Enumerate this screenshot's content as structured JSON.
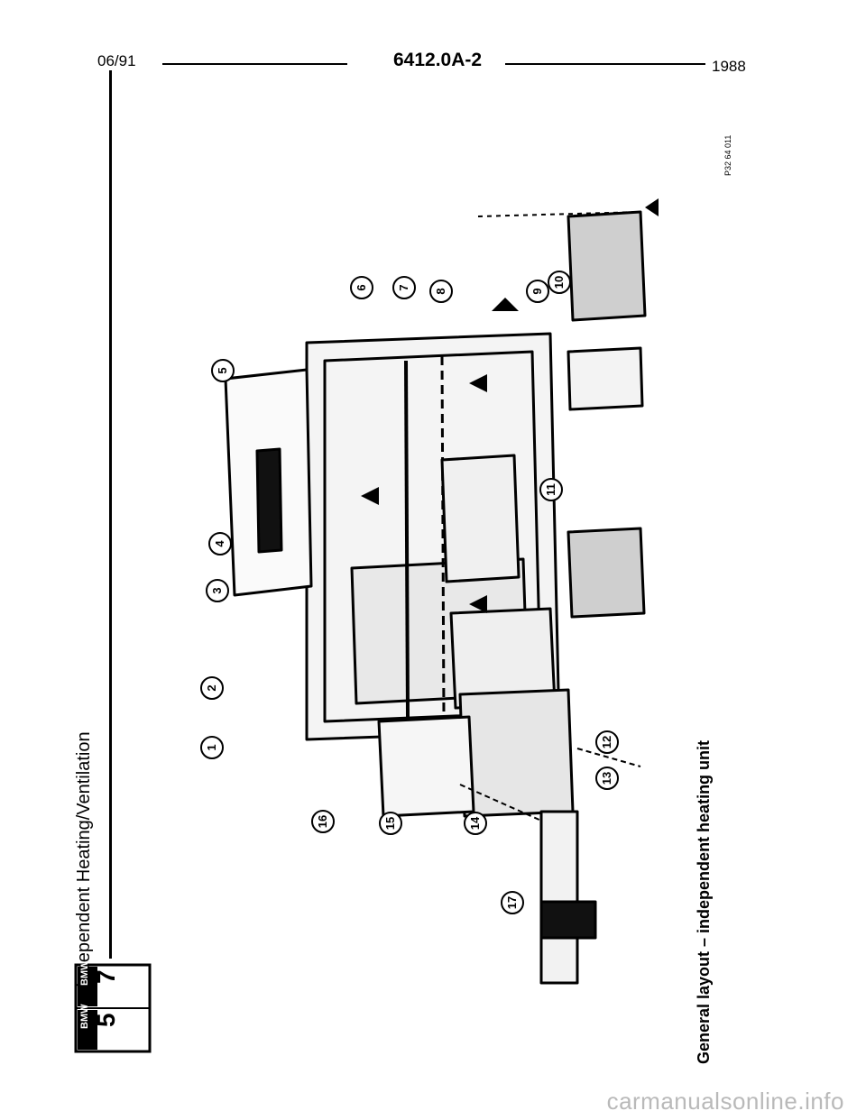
{
  "header": {
    "date": "06/91",
    "doc_code": "6412.0A-2",
    "year": "1988"
  },
  "section_title": "Independent Heating/Ventilation",
  "logo": {
    "brand_top_left": "BMW",
    "brand_top_right": "BMW",
    "model_left": "5",
    "model_right": "7"
  },
  "figure_id": "P32 64 011",
  "caption": "General layout – independent heating unit",
  "callouts": [
    "1",
    "2",
    "3",
    "4",
    "5",
    "6",
    "7",
    "8",
    "9",
    "10",
    "11",
    "12",
    "13",
    "14",
    "15",
    "16",
    "17"
  ],
  "watermark": "carmanualsonline.info"
}
